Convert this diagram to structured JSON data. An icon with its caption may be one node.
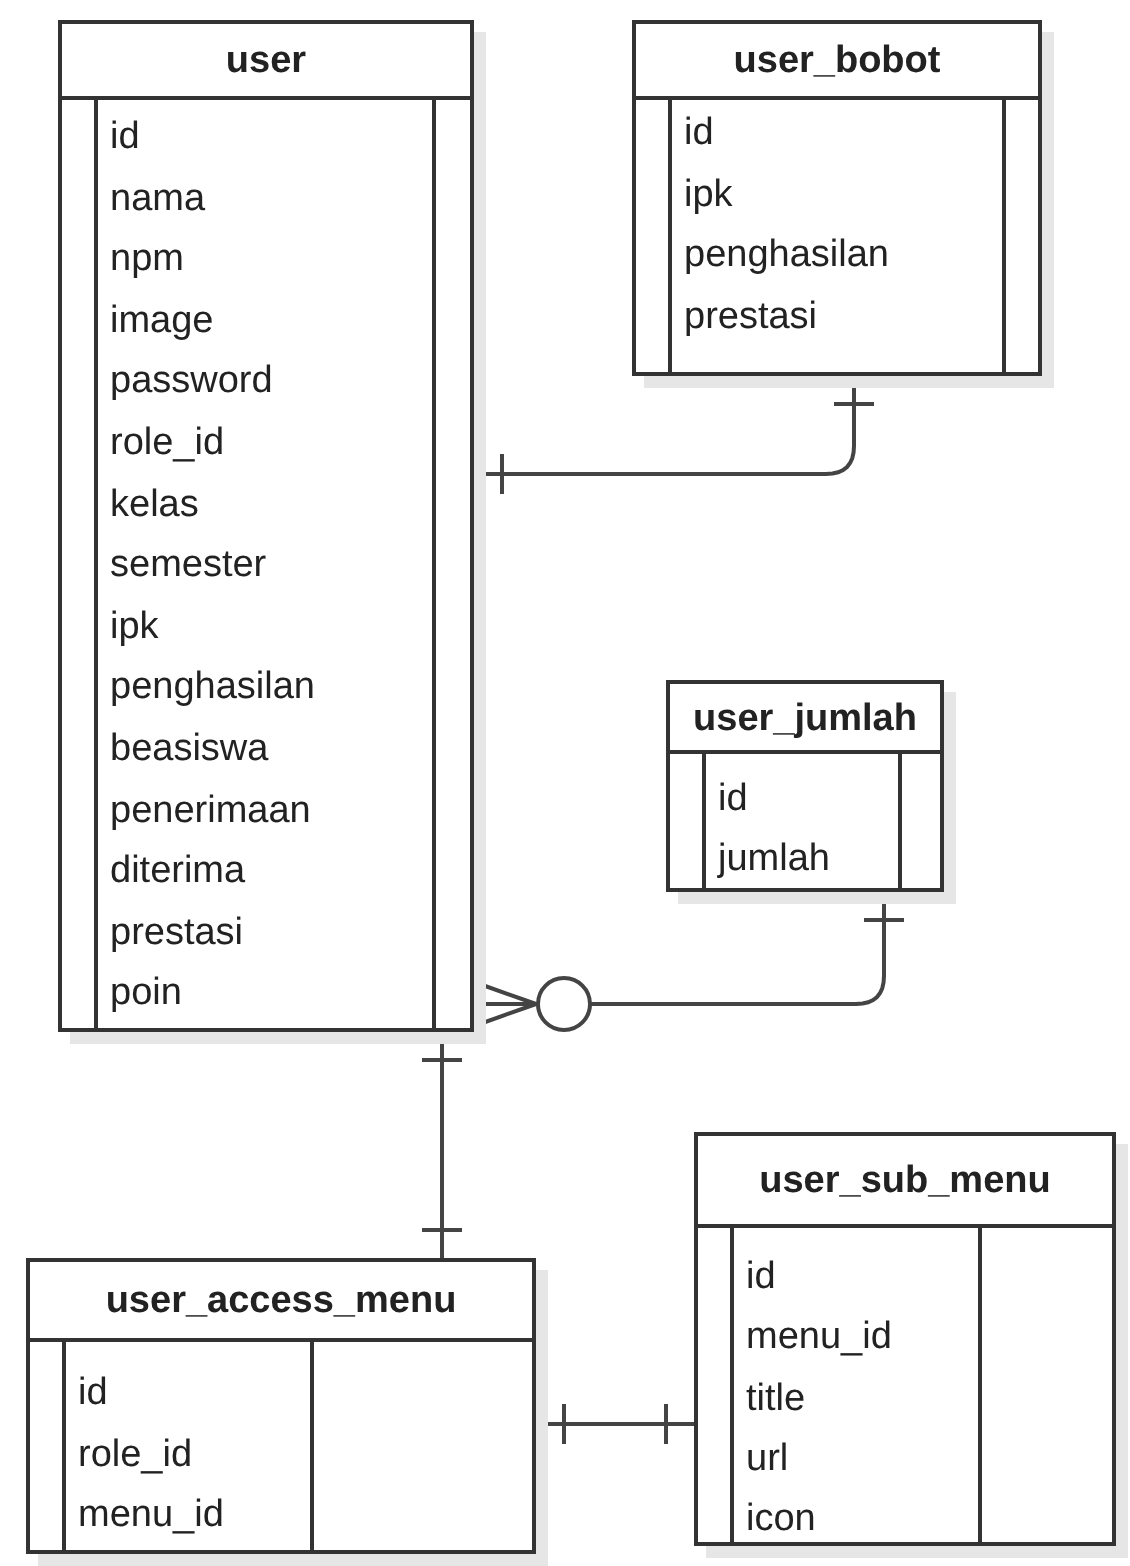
{
  "diagram": {
    "nodes": [
      {
        "text": [
          "user",
          "id",
          "nama",
          "npm",
          "image",
          "password",
          "role_id",
          "kelas",
          "semester",
          "ipk",
          "penghasilan",
          "beasiswa",
          "penerimaan",
          "diterima",
          "prestasi",
          "poin"
        ]
      },
      {
        "text": [
          "user_bobot",
          "id",
          "ipk",
          "penghasilan",
          "prestasi"
        ]
      },
      {
        "text": [
          "user_jumlah",
          "id",
          "jumlah"
        ]
      },
      {
        "text": [
          "user_sub_menu",
          "id",
          "menu_id",
          "title",
          "url",
          "icon"
        ]
      },
      {
        "text": [
          "user_access_menu",
          "id",
          "role_id",
          "menu_id"
        ]
      }
    ],
    "edges": [
      {
        "from": 1,
        "to": 0,
        "arrow": "other"
      },
      {
        "from": 2,
        "to": 0,
        "arrow": "other"
      },
      {
        "from": 0,
        "to": 4,
        "arrow": "other"
      },
      {
        "from": 4,
        "to": 3,
        "arrow": "other"
      }
    ]
  }
}
